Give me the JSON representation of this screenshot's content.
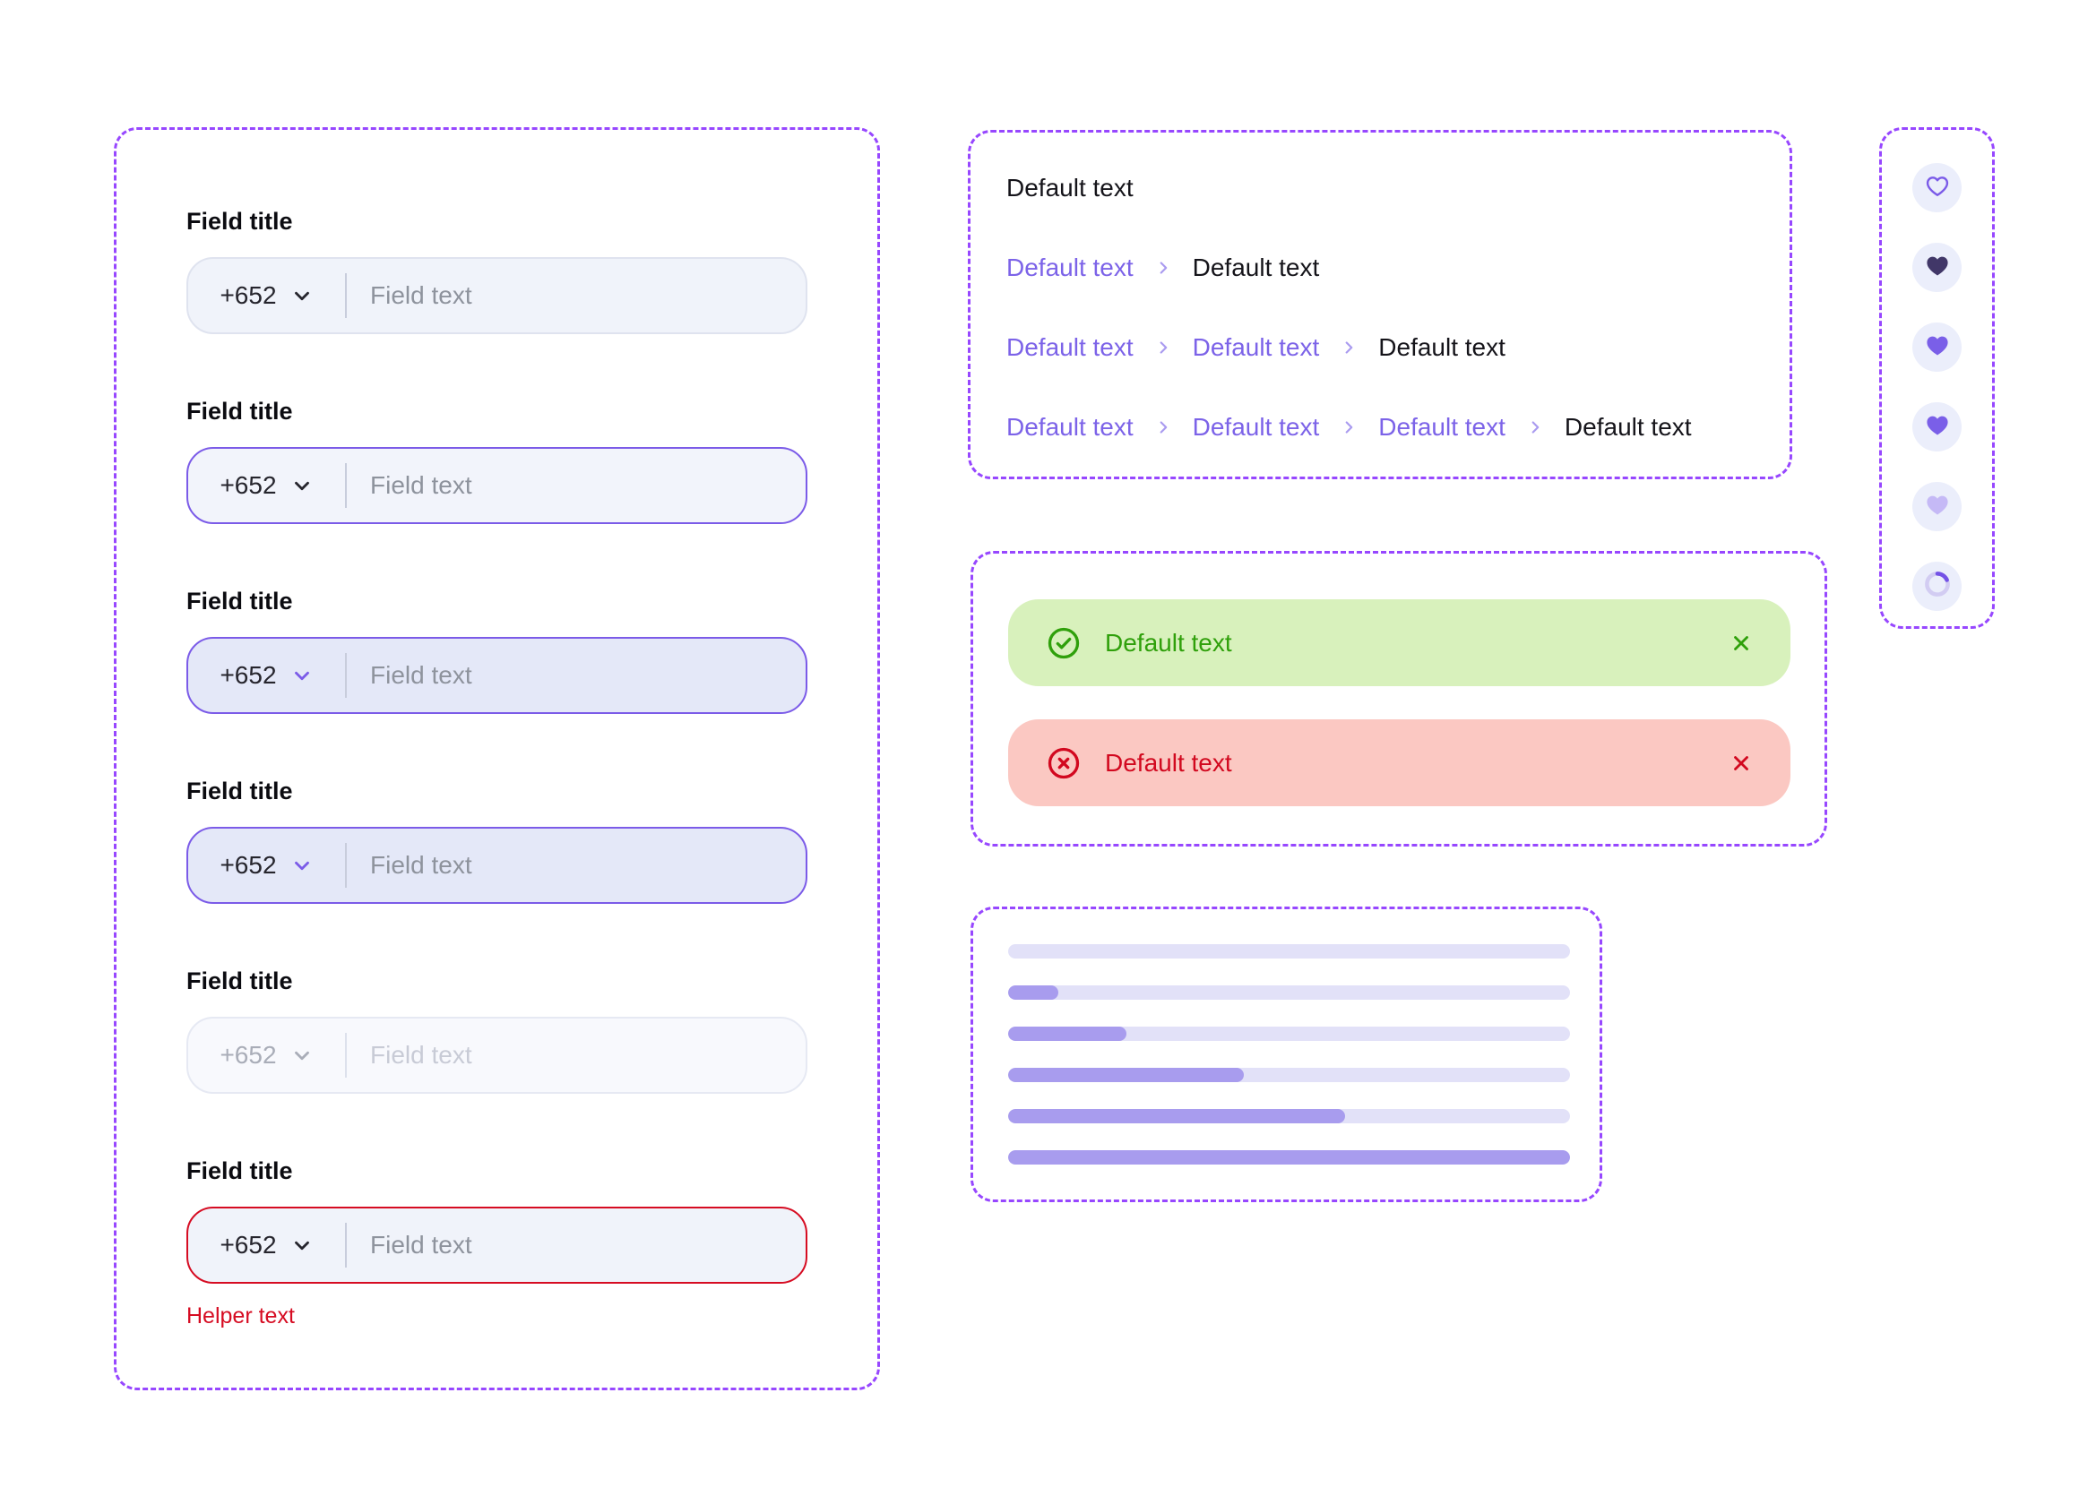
{
  "page": {
    "background": "#ffffff",
    "section_border_color": "#9747ff"
  },
  "fields_section": {
    "items": [
      {
        "title": "Field title",
        "prefix": "+652",
        "placeholder": "Field text",
        "state": "default"
      },
      {
        "title": "Field title",
        "prefix": "+652",
        "placeholder": "Field text",
        "state": "hover"
      },
      {
        "title": "Field title",
        "prefix": "+652",
        "placeholder": "Field text",
        "state": "focused"
      },
      {
        "title": "Field title",
        "prefix": "+652",
        "placeholder": "Field text",
        "state": "active"
      },
      {
        "title": "Field title",
        "prefix": "+652",
        "placeholder": "Field text",
        "state": "disabled"
      },
      {
        "title": "Field title",
        "prefix": "+652",
        "placeholder": "Field text",
        "state": "error",
        "helper_text": "Helper text"
      }
    ],
    "prefix_icon": "chevron-down-icon"
  },
  "breadcrumbs_section": {
    "separator_icon": "chevron-right-icon",
    "rows": [
      {
        "items": [
          {
            "label": "Default text",
            "type": "current"
          }
        ]
      },
      {
        "items": [
          {
            "label": "Default text",
            "type": "link"
          },
          {
            "label": "Default text",
            "type": "current"
          }
        ]
      },
      {
        "items": [
          {
            "label": "Default text",
            "type": "link"
          },
          {
            "label": "Default text",
            "type": "link"
          },
          {
            "label": "Default text",
            "type": "current"
          }
        ]
      },
      {
        "items": [
          {
            "label": "Default text",
            "type": "link"
          },
          {
            "label": "Default text",
            "type": "link"
          },
          {
            "label": "Default text",
            "type": "link"
          },
          {
            "label": "Default text",
            "type": "current"
          }
        ]
      }
    ]
  },
  "alerts_section": {
    "success": {
      "label": "Default text",
      "icon": "check-circle-icon",
      "close_icon": "x-icon",
      "text_color": "#2fa00b",
      "background": "#d8f1bc"
    },
    "error": {
      "label": "Default text",
      "icon": "x-circle-icon",
      "close_icon": "x-icon",
      "text_color": "#d2081f",
      "background": "#fbc8c2"
    }
  },
  "progress_section": {
    "values": [
      0,
      9,
      21,
      42,
      60,
      100
    ],
    "track_color": "#e2e1f8",
    "fill_color": "#a89cee"
  },
  "icon_buttons_section": {
    "circle_background": "#ebeefb",
    "items": [
      {
        "icon": "heart-outline-icon",
        "state": "default"
      },
      {
        "icon": "heart-filled-icon",
        "state": "pressed-dark"
      },
      {
        "icon": "heart-filled-icon",
        "state": "primary"
      },
      {
        "icon": "heart-filled-icon",
        "state": "primary"
      },
      {
        "icon": "heart-filled-icon",
        "state": "light"
      },
      {
        "icon": "spinner-icon",
        "state": "loading"
      }
    ]
  },
  "colors": {
    "accent_purple": "#7b5be8",
    "link_purple": "#7c63e8",
    "separator_purple": "#aa9bf0",
    "error_red": "#d60c22",
    "success_green": "#2fa00b",
    "heart_dark": "#413768",
    "heart_primary": "#7a5fe8",
    "heart_light": "#c5b9f6",
    "spinner_arc": "#7452e6"
  }
}
